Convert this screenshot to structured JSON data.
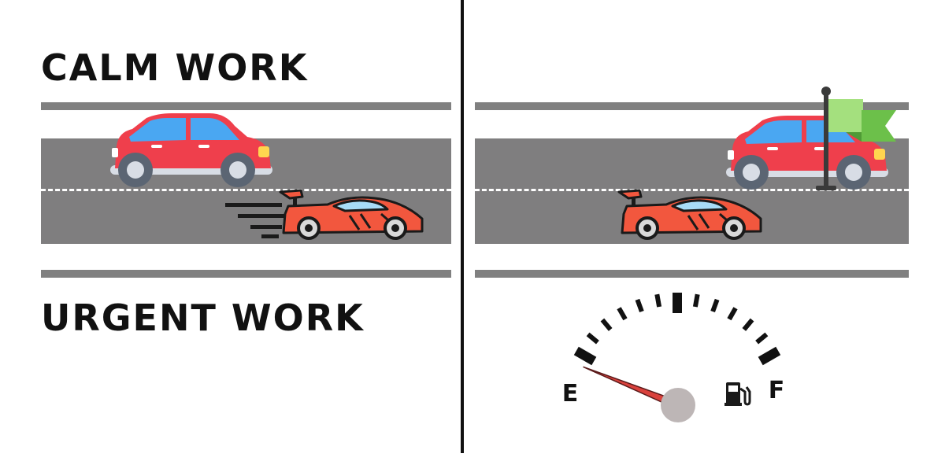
{
  "labels": {
    "top": "CALM WORK",
    "bottom": "URGENT WORK"
  },
  "gauge": {
    "empty_label": "E",
    "full_label": "F",
    "fuel_level": 0.0,
    "needle_color": "#d9413c",
    "hub_color": "#bdb6b6"
  },
  "colors": {
    "road": "#7f7e7f",
    "rail": "#808080",
    "car_body": "#ef3f4c",
    "car_window": "#4aa7f2",
    "race_car_body": "#f2573e",
    "flag": "#8ed861"
  },
  "icons": {
    "top_left": "sedan-car-icon",
    "bottom_left": "race-car-icon",
    "speed_lines": "speed-lines-icon",
    "finish_flag": "finish-flag-icon",
    "fuel_pump": "fuel-pump-icon",
    "fuel_gauge": "fuel-gauge-icon"
  }
}
